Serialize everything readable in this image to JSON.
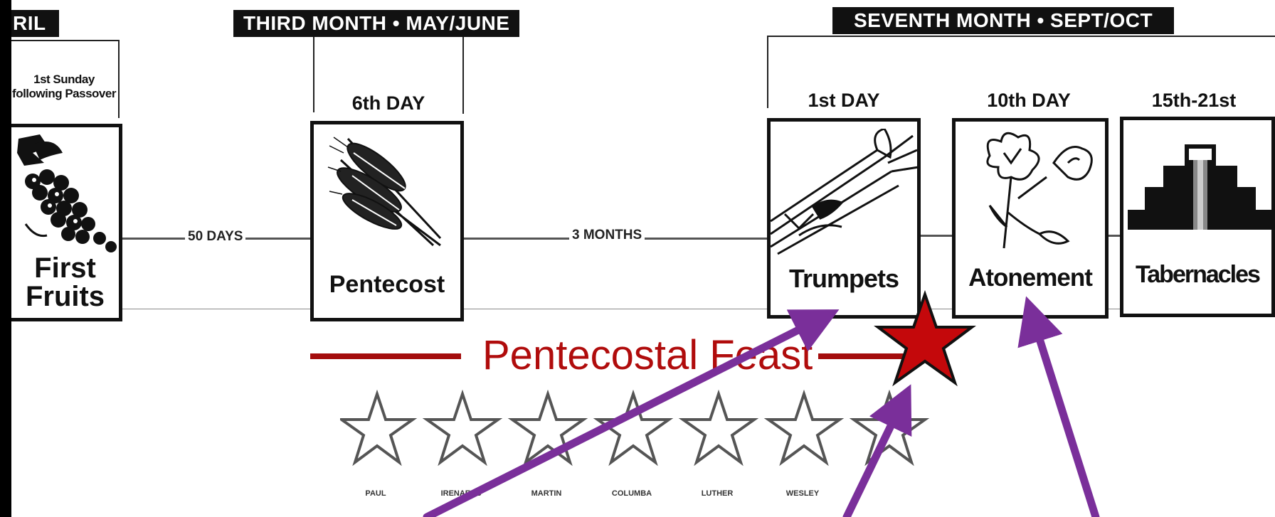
{
  "months": [
    {
      "label": "RIL"
    },
    {
      "label": "THIRD MONTH • MAY/JUNE"
    },
    {
      "label": "SEVENTH MONTH • SEPT/OCT"
    }
  ],
  "first_fruits": {
    "day": "1st Sunday following Passover",
    "title_line1": "First",
    "title_line2": "Fruits",
    "icon": "grapes-icon"
  },
  "pentecost": {
    "day": "6th DAY",
    "title": "Pentecost",
    "icon": "wheat-icon"
  },
  "trumpets": {
    "day": "1st DAY",
    "title": "Trumpets",
    "icon": "trumpets-icon"
  },
  "atonement": {
    "day": "10th DAY",
    "title": "Atonement",
    "icon": "lily-icon"
  },
  "tabernacles": {
    "day": "15th-21st",
    "title": "Tabernacles",
    "icon": "temple-icon"
  },
  "spans": {
    "fifty_days": "50 DAYS",
    "three_months": "3 MONTHS"
  },
  "feast": {
    "title": "Pentecostal Feast"
  },
  "stars": {
    "names": [
      "PAUL",
      "IRENAEUS",
      "MARTIN",
      "COLUMBA",
      "LUTHER",
      "WESLEY",
      ""
    ]
  },
  "colors": {
    "feast_red": "#b00c0c",
    "arrow_purple": "#7a2f9a",
    "star_red": "#c4080b"
  }
}
